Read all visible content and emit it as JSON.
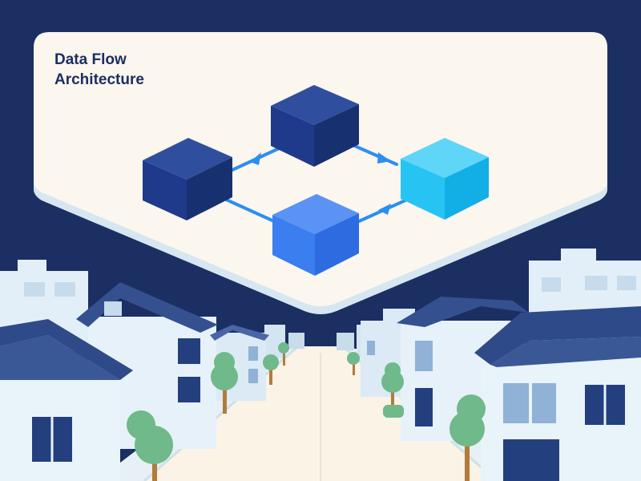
{
  "diagram": {
    "title_line1": "Data Flow",
    "title_line2": "Architecture"
  },
  "colors": {
    "background": "#1b2f63",
    "panel": "#fbf6ee",
    "panel_shadow": "#d7e7f2",
    "node_navy": "#1f3a8a",
    "node_blue": "#2f6fe8",
    "node_cyan": "#22c3f2",
    "connector": "#2b8ff0",
    "house_wall": "#dfeef8",
    "roof": "#34508f",
    "window": "#233f7e",
    "tree": "#6fb98b",
    "street": "#faf3e6"
  },
  "nodes": [
    {
      "id": "source",
      "color": "node_navy"
    },
    {
      "id": "top",
      "color": "node_navy"
    },
    {
      "id": "bottom",
      "color": "node_blue"
    },
    {
      "id": "sink",
      "color": "node_cyan"
    }
  ],
  "edges": [
    {
      "from": "source",
      "to": "top"
    },
    {
      "from": "top",
      "to": "sink"
    },
    {
      "from": "source",
      "to": "bottom"
    },
    {
      "from": "bottom",
      "to": "sink"
    }
  ]
}
